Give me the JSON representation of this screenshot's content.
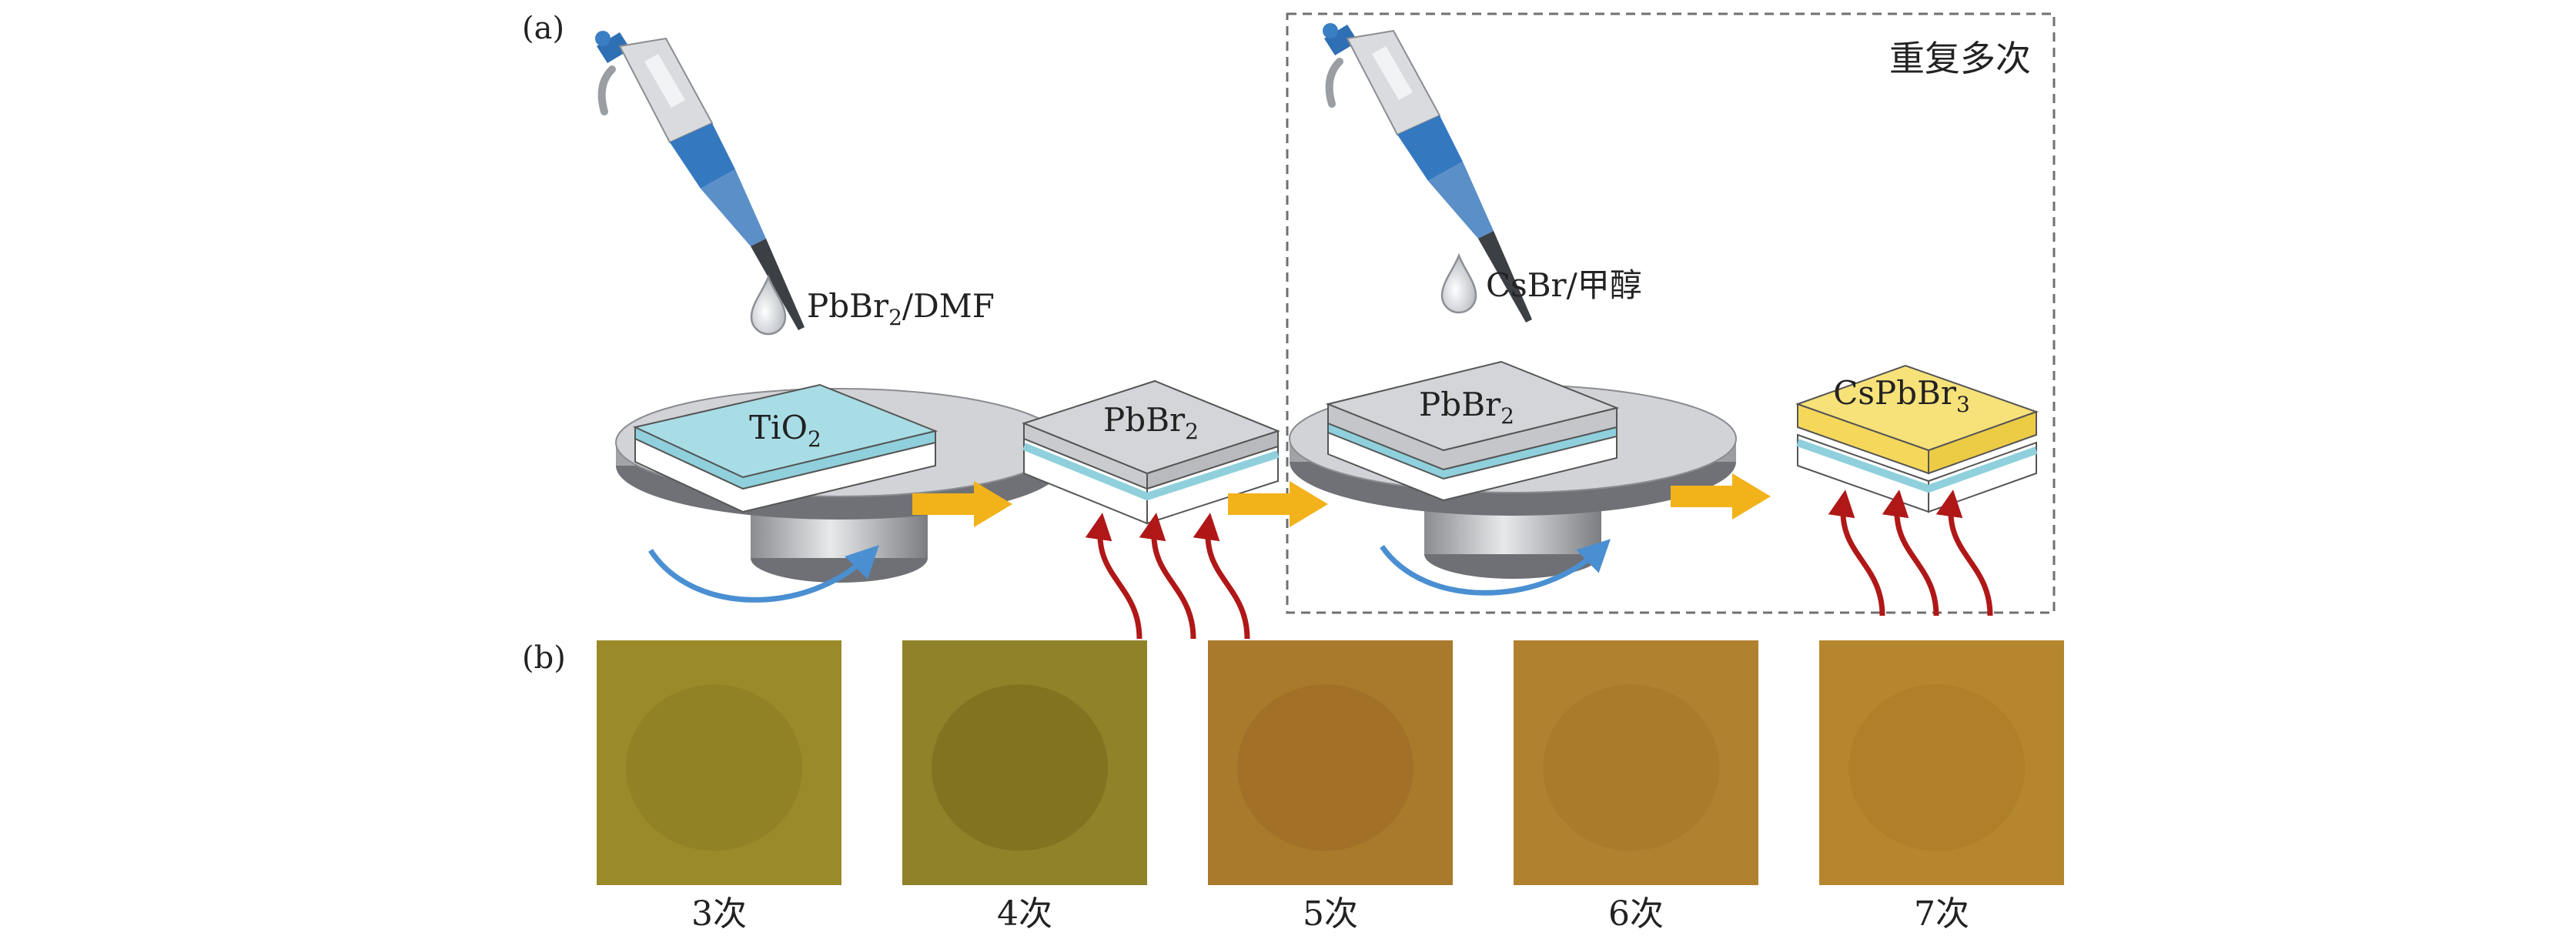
{
  "panel_a": {
    "label": "(a)",
    "repeat_label": "重复多次",
    "step1_solution": {
      "base": "PbBr",
      "sub": "2",
      "rest": "/DMF"
    },
    "step2_solution": "CsBr/甲醇",
    "film_tio2": {
      "base": "TiO",
      "sub": "2"
    },
    "film_pbbr2": {
      "base": "PbBr",
      "sub": "2"
    },
    "film_pbbr2_repeat": {
      "base": "PbBr",
      "sub": "2"
    },
    "film_cspbbr3": {
      "base": "CsPbBr",
      "sub": "3"
    }
  },
  "panel_b": {
    "label": "(b)",
    "samples": [
      {
        "caption": "3次",
        "color": "#9a8a2a",
        "shade": "#8c7c22"
      },
      {
        "caption": "4次",
        "color": "#8f8228",
        "shade": "#776a1c"
      },
      {
        "caption": "5次",
        "color": "#a9792c",
        "shade": "#9c6c24"
      },
      {
        "caption": "6次",
        "color": "#b0812e",
        "shade": "#a67628"
      },
      {
        "caption": "7次",
        "color": "#b5862e",
        "shade": "#a97a28"
      }
    ]
  },
  "colors": {
    "tio2_layer": "#a8dde6",
    "pbbr2_layer": "#d3d5d8",
    "cspbbr3_layer": "#f7e27a",
    "arrow_orange": "#f2b21a",
    "heat_red": "#b01818",
    "rotation_blue": "#4a8fd1",
    "frame_dash": "#707070"
  }
}
